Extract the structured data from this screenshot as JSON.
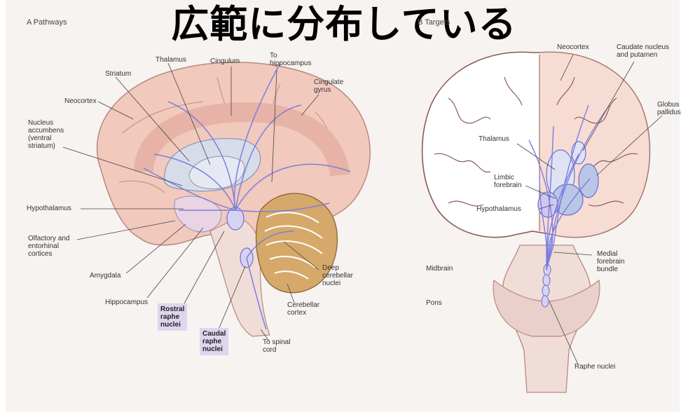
{
  "headline": "広範に分布している",
  "panel_a": {
    "label": "A  Pathways",
    "labels": {
      "thalamus": "Thalamus",
      "cingulum": "Cingulum",
      "to_hippocampus": "To\nhippocampus",
      "striatum": "Striatum",
      "cingulate_gyrus": "Cingulate\ngyrus",
      "neocortex": "Neocortex",
      "nucleus_accumbens": "Nucleus\naccumbens\n(ventral\nstriatum)",
      "hypothalamus": "Hypothalamus",
      "olfactory": "Olfactory and\nentorhinal\ncortices",
      "amygdala": "Amygdala",
      "hippocampus": "Hippocampus",
      "deep_cerebellar": "Deep\ncerebellar\nnuclei",
      "cerebellar_cortex": "Cerebellar\ncortex",
      "to_spinal_cord": "To spinal\ncord",
      "rostral_raphe": "Rostral\nraphe\nnuclei",
      "caudal_raphe": "Caudal\nraphe\nnuclei"
    }
  },
  "panel_b": {
    "label": "B  Targets",
    "labels": {
      "neocortex": "Neocortex",
      "caudate": "Caudate nucleus\nand putamen",
      "globus": "Globus\npallidus",
      "thalamus": "Thalamus",
      "limbic": "Limbic\nforebrain",
      "hypothalamus": "Hypothalamus",
      "medial_forebrain": "Medial\nforebrain\nbundle",
      "midbrain": "Midbrain",
      "pons": "Pons",
      "raphe": "Raphe nuclei"
    }
  },
  "colors": {
    "cortex": "#f2c9bd",
    "cortex_edge": "#b9897f",
    "cerebellum": "#d6a96a",
    "pathway": "#7b7fe0",
    "highlight": "#ddd6ee",
    "brainstem": "#f1ddd8"
  }
}
